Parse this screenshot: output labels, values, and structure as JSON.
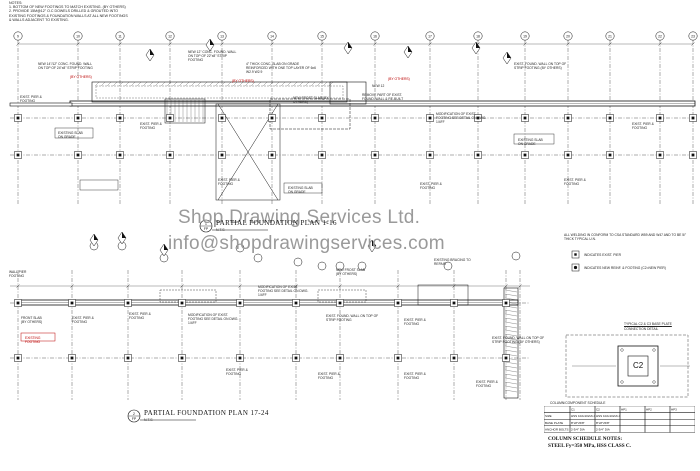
{
  "notes": [
    "NOTES:",
    "1. BOTTOM OF NEW FOOTINGS TO MATCH EXISTING. (BY OTHERS)",
    "2. PROVIDE 15M@12\" O.C DOWELS DRILLED & GROUTED INTO EXISTING FOOTINGS & FOUNDATION WALLS AT ALL NEW FOOTINGS & WALLS ADJACENT TO EXISTING."
  ],
  "watermark": {
    "company": "Shop Drawing Services Ltd.",
    "email": "info@shopdrawingservices.com"
  },
  "plan1": {
    "title": "PARTIAL FOUNDATION PLAN 1-16",
    "scale": "N.T.S",
    "bubble_num": "1",
    "bubble_sheet": "FP",
    "grid": [
      "9",
      "10",
      "11",
      "12",
      "13",
      "14",
      "15",
      "16",
      "17",
      "18",
      "19",
      "20",
      "21",
      "22",
      "23",
      "16",
      "17",
      "18"
    ],
    "labels": [
      "EXIST. PIER & FOOTING",
      "EXISTING SLAB ON GRADE",
      "NEW 14\"/12\" CONC. FOUND. WALL ON TOP OF 24\"x8\" STRIP FOOTING",
      "NEW 12\" CONC. FOUND. WALL ON TOP OF 22\"x8\" STRIP FOOTING",
      "4\" THICK CONC. SLAB ON GRADE REINFORCED WITH ONE TOP LAYER OF 6x6 W2.9 W2.9",
      "NEW FROST SLAB (BY OTHERS)",
      "MODIFICATION OF EXIST. FOOTING SEE DETAIL ON DWG. 1/4FF",
      "REMOVE PART OF EXIST. FOUND. WALL & RE-BUILT",
      "EXIST. FOUND. WALL ON TOP OF STRIP FOOTING (BY OTHERS)",
      "NEW 12",
      "(BY OTHERS)"
    ]
  },
  "plan2": {
    "title": "PARTIAL FOUNDATION PLAN 17-24",
    "scale": "N.T.S",
    "bubble_num": "2",
    "bubble_sheet": "FP",
    "labels": [
      "EXIST. PIER & FOOTING",
      "WALL PIER FOOTING",
      "FRONT SLAB (BY OTHERS)",
      "MODIFICATION OF EXIST. FOOTING SEE DETAIL ON DWG. 1/4FF",
      "NEW FROST SLAB (BY OTHERS)",
      "EXIST. FOUND. WALL ON TOP OF STRIP FOOTING",
      "EXISTING BRACING TO REPAIR",
      "EXIST. FOUND. WALL ON TOP OF STRIP FOOTING (BY OTHERS)",
      "EXISTING FOOTING"
    ]
  },
  "right_notes": [
    "ALL WELDING IN CONFORM TO CSA STANDARD W59 AND W47 AND TO BE 5/\" THICK TYPICAL U.N.",
    "INDICATES EXIST. PIER",
    "INDICATES NEW REINF. & FOOTING (C2=NEW PIER)"
  ],
  "detail": {
    "title": "TYPICAL C2 & C3 BASE PLATE",
    "subtitle": "CONNECTION DETAIL",
    "column_label": "C2"
  },
  "schedule": {
    "title": "COLUMN/COMPONENT SCHEDULE",
    "headers": [
      "",
      "C1",
      "C2",
      "HP1",
      "HP2",
      "HP3"
    ],
    "rows": [
      [
        "SIZE",
        "HSS 102x102x6.4",
        "HSS 102x102x6.4",
        "",
        "",
        ""
      ],
      [
        "BASE PLATE",
        "8\"x8\"x5/8\"",
        "8\"x8\"x5/8\"",
        "",
        "",
        ""
      ],
      [
        "ANCHOR BOLTS",
        "2-3/4\" DIA",
        "2-3/4\" DIA",
        "",
        "",
        ""
      ]
    ]
  },
  "column_notes": {
    "title": "COLUMN SCHEDULE NOTES:",
    "line": "STEEL Fy=350 MPa, HSS CLASS C."
  },
  "colors": {
    "line": "#111111",
    "red": "#bb0000",
    "watermark": "#9a9a9a"
  }
}
